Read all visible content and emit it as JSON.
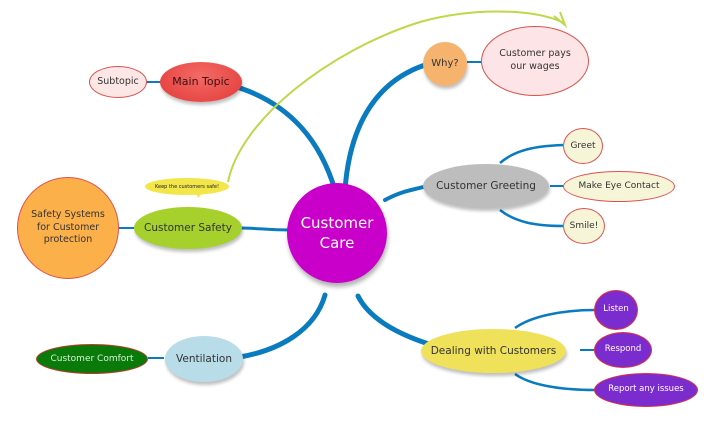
{
  "central": {
    "label_line1": "Customer",
    "label_line2": "Care",
    "fill": "#c900c9",
    "text": "#ffffff"
  },
  "branches": {
    "main_topic": {
      "label": "Main Topic",
      "fill": "#e9403e",
      "text": "#3a1010"
    },
    "subtopic": {
      "label": "Subtopic",
      "fill": "#fde6e6",
      "border": "#d9534f",
      "text": "#333333"
    },
    "why": {
      "label": "Why?",
      "fill": "#f6b36d",
      "text": "#333333"
    },
    "wages": {
      "label_line1": "Customer pays",
      "label_line2": "our wages",
      "fill": "#fde4e6",
      "border": "#d9534f",
      "text": "#333333"
    },
    "greeting": {
      "label": "Customer Greeting",
      "fill": "#bdbdbd",
      "text": "#333333"
    },
    "greet": {
      "label": "Greet",
      "fill": "#f7f5d8",
      "border": "#e05050",
      "text": "#333333"
    },
    "eye_contact": {
      "label": "Make Eye Contact",
      "fill": "#f7f5d8",
      "border": "#e05050",
      "text": "#333333"
    },
    "smile": {
      "label": "Smile!",
      "fill": "#f7f5d8",
      "border": "#e05050",
      "text": "#333333"
    },
    "safety": {
      "label": "Customer Safety",
      "fill": "#a6d02c",
      "text": "#333333"
    },
    "safety_systems": {
      "label_line1": "Safety Systems",
      "label_line2": "for Customer",
      "label_line3": "protection",
      "fill": "#fbb04a",
      "border": "#e05050",
      "text": "#333333"
    },
    "callout": {
      "label": "Keep the customers safe!",
      "fill": "#f3e64a"
    },
    "ventilation": {
      "label": "Ventilation",
      "fill": "#b8dce8",
      "text": "#333333"
    },
    "comfort": {
      "label": "Customer Comfort",
      "fill": "#0a7a0a",
      "border": "#c0392b",
      "text": "#d8f0d8"
    },
    "dealing": {
      "label": "Dealing with Customers",
      "fill": "#efe15a",
      "text": "#333333"
    },
    "listen": {
      "label": "Listen",
      "fill": "#7b2ccf",
      "border": "#e03040",
      "text": "#ffffff"
    },
    "respond": {
      "label": "Respond",
      "fill": "#7b2ccf",
      "border": "#e03040",
      "text": "#ffffff"
    },
    "report": {
      "label": "Report any issues",
      "fill": "#7b2ccf",
      "border": "#e03040",
      "text": "#ffffff"
    }
  },
  "colors": {
    "connector": "#0b7bbf",
    "relationship": "#bcd94a"
  }
}
